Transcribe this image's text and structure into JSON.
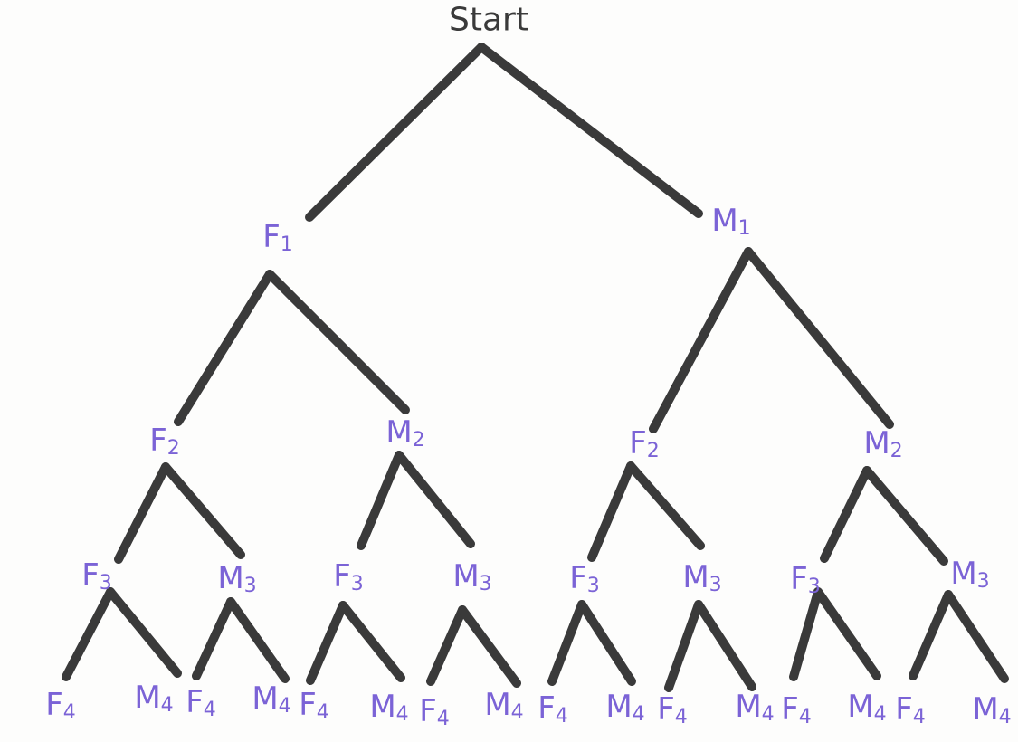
{
  "tree": {
    "root": "Start",
    "levels": [
      [
        {
          "letter": "F",
          "sub": "1"
        },
        {
          "letter": "M",
          "sub": "1"
        }
      ],
      [
        {
          "letter": "F",
          "sub": "2"
        },
        {
          "letter": "M",
          "sub": "2"
        },
        {
          "letter": "F",
          "sub": "2"
        },
        {
          "letter": "M",
          "sub": "2"
        }
      ],
      [
        {
          "letter": "F",
          "sub": "3"
        },
        {
          "letter": "M",
          "sub": "3"
        },
        {
          "letter": "F",
          "sub": "3"
        },
        {
          "letter": "M",
          "sub": "3"
        },
        {
          "letter": "F",
          "sub": "3"
        },
        {
          "letter": "M",
          "sub": "3"
        },
        {
          "letter": "F",
          "sub": "3"
        },
        {
          "letter": "M",
          "sub": "3"
        }
      ],
      [
        {
          "letter": "F",
          "sub": "4"
        },
        {
          "letter": "M",
          "sub": "4"
        },
        {
          "letter": "F",
          "sub": "4"
        },
        {
          "letter": "M",
          "sub": "4"
        },
        {
          "letter": "F",
          "sub": "4"
        },
        {
          "letter": "M",
          "sub": "4"
        },
        {
          "letter": "F",
          "sub": "4"
        },
        {
          "letter": "M",
          "sub": "4"
        },
        {
          "letter": "F",
          "sub": "4"
        },
        {
          "letter": "M",
          "sub": "4"
        },
        {
          "letter": "F",
          "sub": "4"
        },
        {
          "letter": "M",
          "sub": "4"
        },
        {
          "letter": "F",
          "sub": "4"
        },
        {
          "letter": "M",
          "sub": "4"
        },
        {
          "letter": "F",
          "sub": "4"
        },
        {
          "letter": "M",
          "sub": "4"
        }
      ]
    ]
  },
  "colors": {
    "edge": "#3a3a3a",
    "label": "#7b63d6",
    "root_label": "#3a3a3a",
    "background": "#fdfdfc"
  }
}
